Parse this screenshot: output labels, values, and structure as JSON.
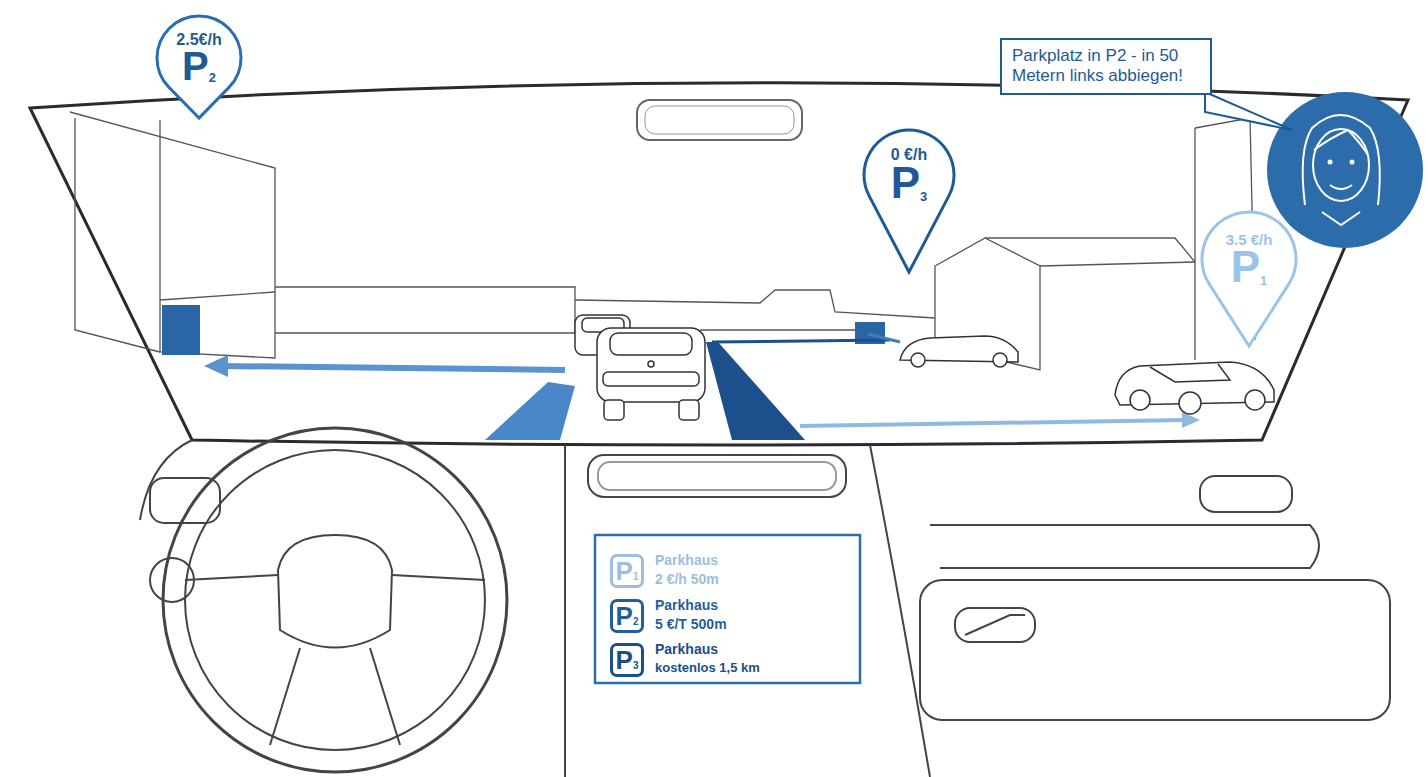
{
  "diagram": {
    "nodes": [
      {
        "text": [
          "2.5€/h",
          "P",
          "2"
        ]
      },
      {
        "text": [
          "Parkplatz in P2 - in 50 Metern links abbiegen!"
        ]
      },
      {
        "text": [
          "0 €/h",
          "P",
          "3"
        ]
      },
      {
        "text": [
          "3.5 €/h",
          "P",
          "1"
        ]
      },
      {
        "text": [
          "P",
          "1"
        ]
      },
      {
        "text": [
          "P",
          "2"
        ]
      },
      {
        "text": [
          "P",
          "3"
        ]
      }
    ],
    "labels": [
      "Parkhaus",
      "2 €/h 50m",
      "Parkhaus",
      "5 €/T 500m",
      "Parkhaus",
      "kostenlos 1,5 km"
    ]
  }
}
